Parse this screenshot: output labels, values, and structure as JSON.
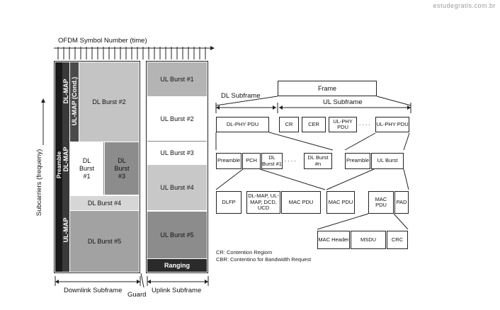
{
  "watermark": "estudegratis.com.br",
  "left": {
    "symbol_axis": "OFDM Symbol Number (time)",
    "subcarriers_axis": "Subcarriers (frequeny)",
    "preamble": "Preamble",
    "dl_map": "DL-MAP",
    "ul_map_cond": "UL-MAP (Cond.)",
    "dl_map_2": "DL-MAP",
    "ul_map": "UL-MAP",
    "dl_burst_2": "DL Burst #2",
    "dl_burst_1": "DL Burst #1",
    "dl_burst_3": "DL Burst #3",
    "dl_burst_4": "DL Burst #4",
    "dl_burst_5": "DL Burst #5",
    "ul_burst_1": "UL Burst #1",
    "ul_burst_2": "UL Burst #2",
    "ul_burst_3": "UL Burst #3",
    "ul_burst_4": "UL Burst #4",
    "ul_burst_5": "UL Burst #5",
    "ranging": "Ranging",
    "downlink_subframe": "Downlink Subframe",
    "guard": "Guard",
    "uplink_subframe": "Uplink Subframe"
  },
  "right": {
    "frame": "Frame",
    "dl_subframe": "DL Subframe",
    "ul_subframe": "UL Subframe",
    "dl_phy_pdu": "DL-PHY PDU",
    "cr": "CR",
    "cer": "CER",
    "ul_phy_pdu_1": "UL-PHY PDU",
    "ul_phy_pdu_2": "UL-PHY PDU",
    "preamble": "Preamble",
    "pch": "PCH",
    "dl_burst_1": "DL Burst #1",
    "dl_burst_n": "DL Burst #n",
    "preamble_2": "Preamble",
    "ul_burst": "UL Burst",
    "dlfp": "DLFP",
    "maps": "DL-MAP, UL-MAP, DCD, UCD",
    "mac_pdu_1": "MAC PDU",
    "mac_pdu_2": "MAC PDU",
    "mac_pdu_3": "MAC PDU",
    "pad": "PAD",
    "mac_header": "MAC Header",
    "msdu": "MSDU",
    "crc": "CRC",
    "dots": ". . . .",
    "dots2": ". . . .",
    "note_cr": "CR: Contention Regiom",
    "note_cbr": "CBR: Contentino for Bandwidth Request"
  }
}
